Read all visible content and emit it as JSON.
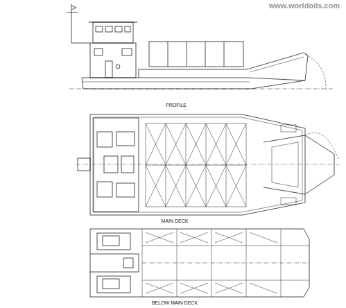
{
  "diagram": {
    "labels": [
      "www.worldoils.com",
      "PROFILE",
      "MAIN DECK",
      "BELOW MAIN DECK"
    ]
  }
}
